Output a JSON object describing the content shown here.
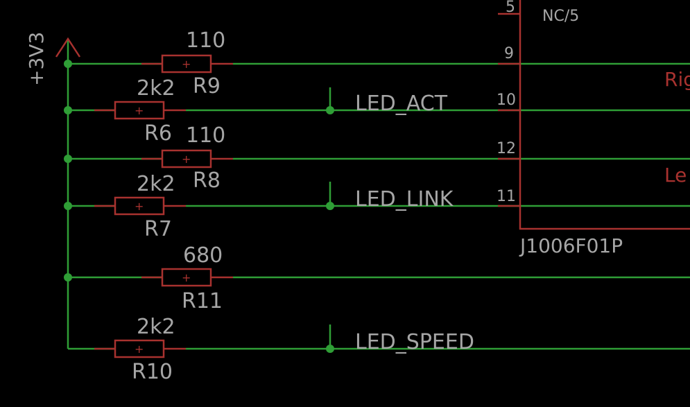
{
  "colors": {
    "background": "#000000",
    "wire": "#2f9e36",
    "component": "#a8322f",
    "text": "#a6a6a6"
  },
  "supply": {
    "label": "+3V3"
  },
  "resistors": [
    {
      "ref": "R9",
      "value": "110"
    },
    {
      "ref": "R6",
      "value": "2k2"
    },
    {
      "ref": "R8",
      "value": "110"
    },
    {
      "ref": "R7",
      "value": "2k2"
    },
    {
      "ref": "R11",
      "value": "680"
    },
    {
      "ref": "R10",
      "value": "2k2"
    }
  ],
  "nets": {
    "led_act": "LED_ACT",
    "led_link": "LED_LINK",
    "led_speed": "LED_SPEED"
  },
  "connector": {
    "name": "J1006F01P",
    "pins": [
      "5",
      "9",
      "10",
      "12",
      "11"
    ],
    "pin5_name": "NC/5",
    "right_label": "Rig",
    "left_label": "Le"
  }
}
